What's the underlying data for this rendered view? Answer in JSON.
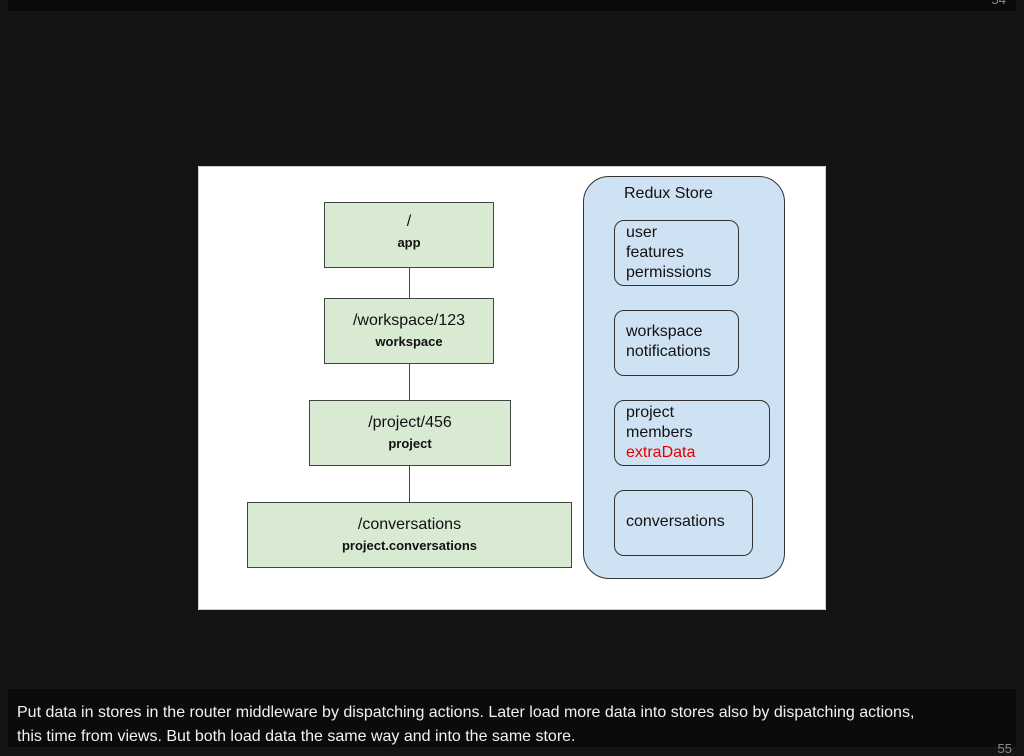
{
  "page_numbers": {
    "top": "54",
    "bottom": "55"
  },
  "diagram": {
    "routes": [
      {
        "path": "/",
        "name": "app"
      },
      {
        "path": "/workspace/123",
        "name": "workspace"
      },
      {
        "path": "/project/456",
        "name": "project"
      },
      {
        "path": "/conversations",
        "name": "project.conversations"
      }
    ],
    "store": {
      "title": "Redux Store",
      "items": [
        {
          "lines": [
            "user",
            "features",
            "permissions"
          ]
        },
        {
          "lines": [
            "workspace",
            "notifications"
          ]
        },
        {
          "lines": [
            "project",
            "members",
            "extraData"
          ],
          "highlight": "extraData",
          "highlight_color": "#e00000"
        },
        {
          "lines": [
            "conversations"
          ]
        }
      ]
    },
    "colors": {
      "route_fill": "#d9ead3",
      "store_fill": "#cfe2f3"
    }
  },
  "caption": {
    "line1": "Put data in stores in the router middleware by dispatching actions. Later load more data into stores also by dispatching actions,",
    "line2": "this time from views. But both load data the same way and into the same store."
  }
}
